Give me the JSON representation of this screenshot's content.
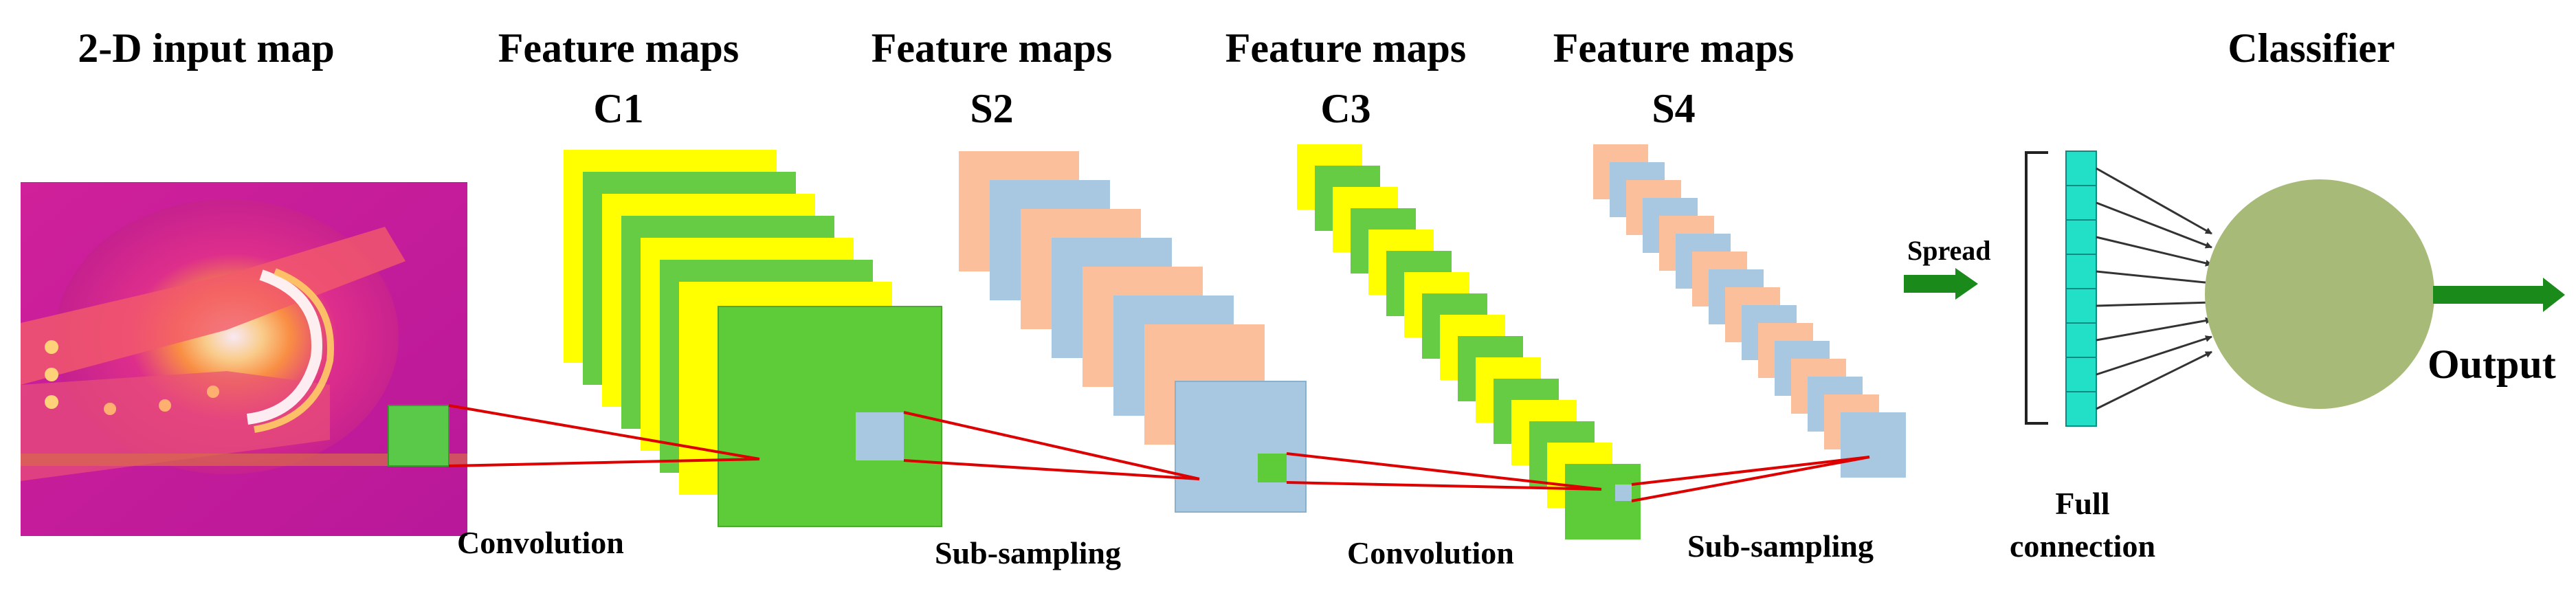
{
  "diagram": {
    "input": {
      "title": "2-D input map"
    },
    "stages": [
      {
        "title_line1": "Feature maps",
        "title_line2": "C1"
      },
      {
        "title_line1": "Feature maps",
        "title_line2": "S2"
      },
      {
        "title_line1": "Feature maps",
        "title_line2": "C3"
      },
      {
        "title_line1": "Feature maps",
        "title_line2": "S4"
      }
    ],
    "classifier": {
      "title": "Classifier"
    },
    "operations": {
      "conv1": "Convolution",
      "sub1": "Sub-sampling",
      "conv2": "Convolution",
      "sub2": "Sub-sampling",
      "spread": "Spread",
      "full_line1": "Full",
      "full_line2": "connection",
      "output": "Output"
    },
    "colors": {
      "yellow": "#ffff00",
      "green": "#66cc44",
      "peach": "#fbbf9b",
      "blue": "#a7c8e0",
      "teal": "#22e0c8",
      "circle": "#a8ba78",
      "arrow": "#1a8a1a",
      "line": "#dd0000"
    }
  }
}
